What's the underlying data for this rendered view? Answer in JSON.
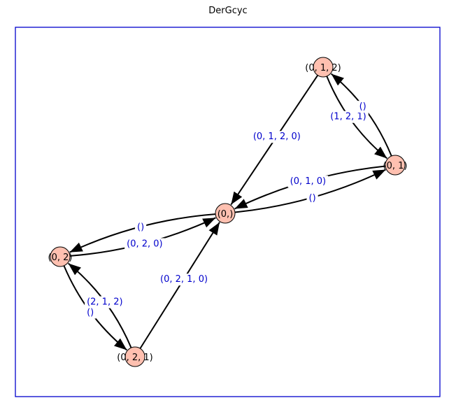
{
  "title": "DerGcyc",
  "colors": {
    "frame": "#0000cc",
    "edge": "#000000",
    "edge_label": "#0000cc",
    "node_fill": "#ffc0b0",
    "node_stroke": "#000000",
    "label_bg": "#ffffff"
  },
  "nodes": [
    {
      "id": "n01",
      "label": "(0, 1)"
    },
    {
      "id": "n012",
      "label": "(0, 1, 2)"
    },
    {
      "id": "n0",
      "label": "(0,)"
    },
    {
      "id": "n02",
      "label": "(0, 2)"
    },
    {
      "id": "n021",
      "label": "(0, 2, 1)"
    }
  ],
  "edges": [
    {
      "from": "n012",
      "to": "n0",
      "label": "(0, 1, 2, 0)"
    },
    {
      "from": "n012",
      "to": "n01",
      "label": "(1, 2, 1)"
    },
    {
      "from": "n01",
      "to": "n012",
      "label": "()"
    },
    {
      "from": "n01",
      "to": "n0",
      "label": "(0, 1, 0)"
    },
    {
      "from": "n0",
      "to": "n01",
      "label": "()"
    },
    {
      "from": "n02",
      "to": "n0",
      "label": "(0, 2, 0)"
    },
    {
      "from": "n0",
      "to": "n02",
      "label": "()"
    },
    {
      "from": "n021",
      "to": "n0",
      "label": "(0, 2, 1, 0)"
    },
    {
      "from": "n02",
      "to": "n021",
      "label": "()"
    },
    {
      "from": "n021",
      "to": "n02",
      "label": "(2, 1, 2)"
    }
  ]
}
